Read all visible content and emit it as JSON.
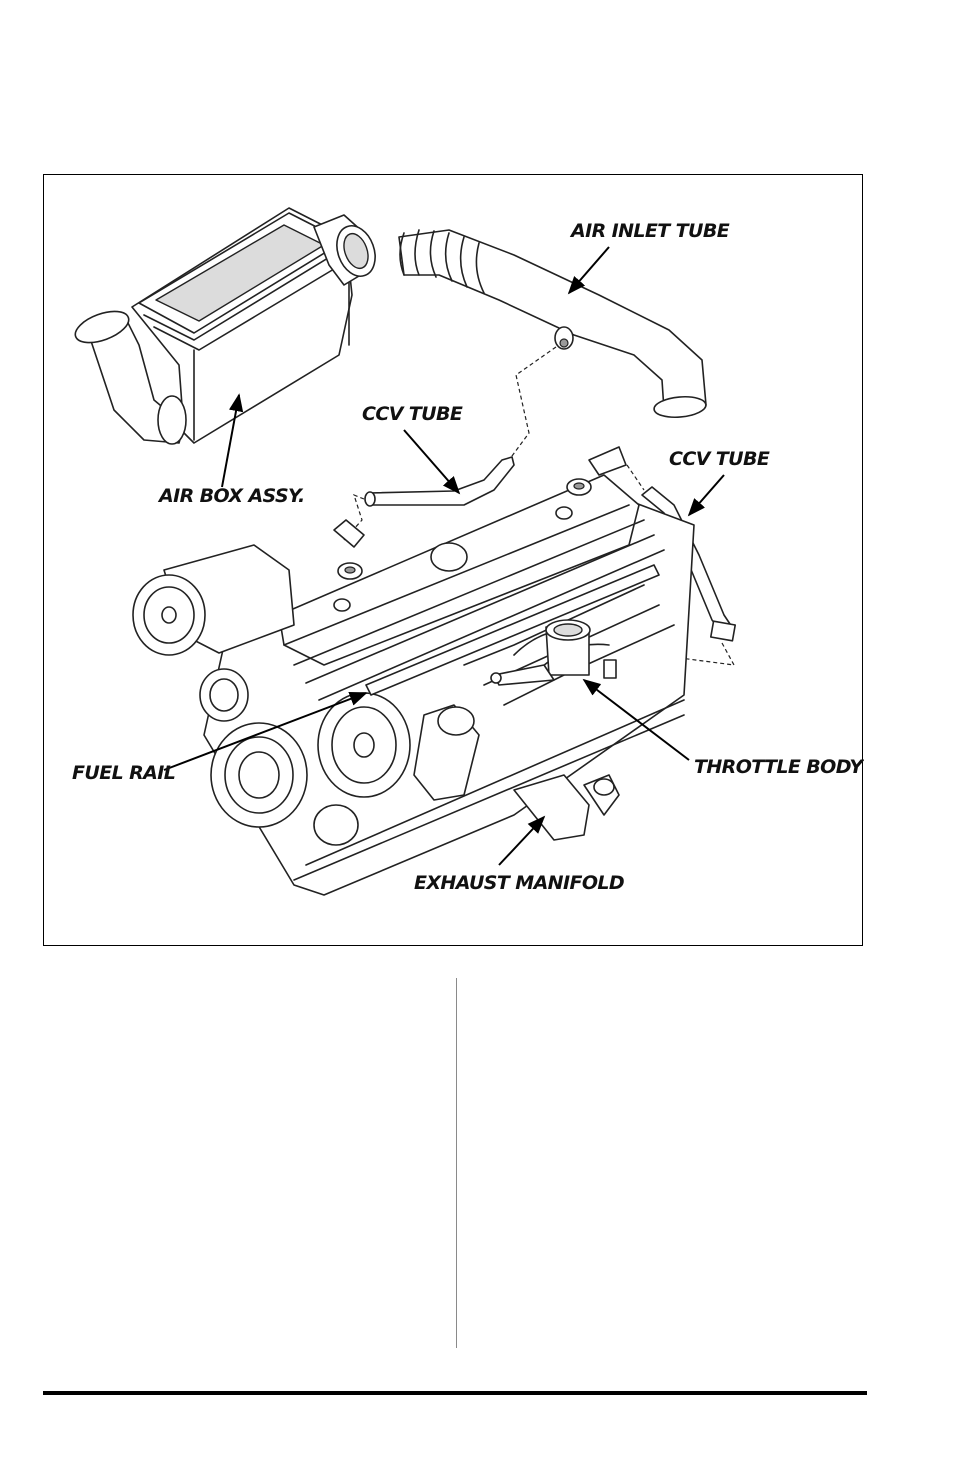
{
  "figure": {
    "labels": {
      "air_inlet_tube": "AIR INLET TUBE",
      "ccv_tube_left": "CCV TUBE",
      "ccv_tube_right": "CCV TUBE",
      "air_box_assy": "AIR BOX ASSY.",
      "fuel_rail": "FUEL RAIL",
      "throttle_body": "THROTTLE BODY",
      "exhaust_manifold": "EXHAUST MANIFOLD"
    }
  }
}
